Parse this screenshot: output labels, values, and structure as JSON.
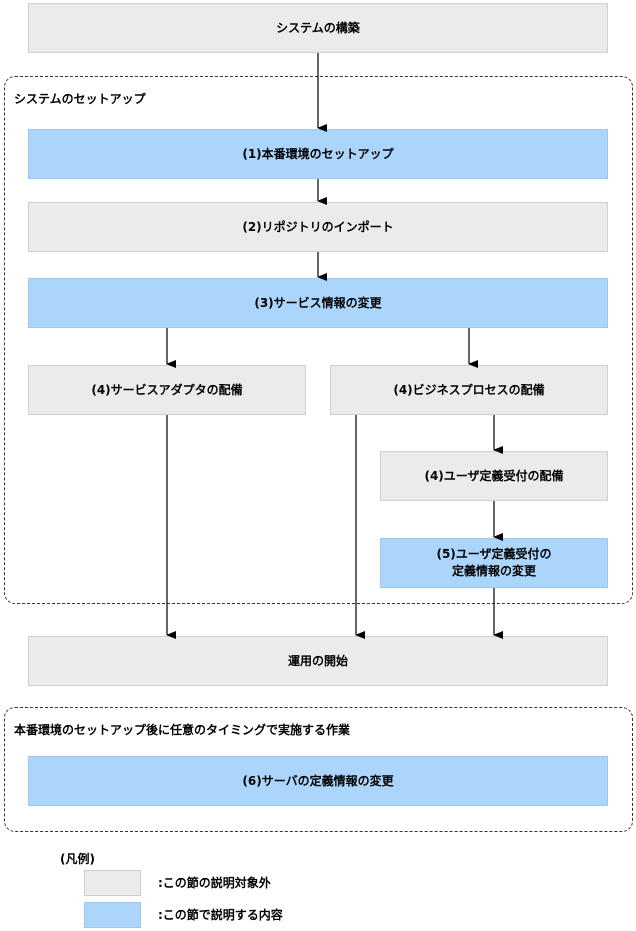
{
  "nodes": {
    "system_build": "システムの構築",
    "step1": "(1)本番環境のセットアップ",
    "step2": "(2)リポジトリのインポート",
    "step3": "(3)サービス情報の変更",
    "step4_adapter": "(4)サービスアダプタの配備",
    "step4_bp": "(4)ビジネスプロセスの配備",
    "step4_reception": "(4)ユーザ定義受付の配備",
    "step5_line1": "(5)ユーザ定義受付の",
    "step5_line2": "定義情報の変更",
    "operation_start": "運用の開始",
    "step6": "(6)サーバの定義情報の変更"
  },
  "groups": {
    "setup": "システムのセットアップ",
    "optional": "本番環境のセットアップ後に任意のタイミングで実施する作業"
  },
  "legend": {
    "title": "(凡例)",
    "gray_label": ":この節の説明対象外",
    "blue_label": ":この節で説明する内容",
    "colors": {
      "gray": "#ebebeb",
      "blue": "#abd5fb"
    }
  }
}
